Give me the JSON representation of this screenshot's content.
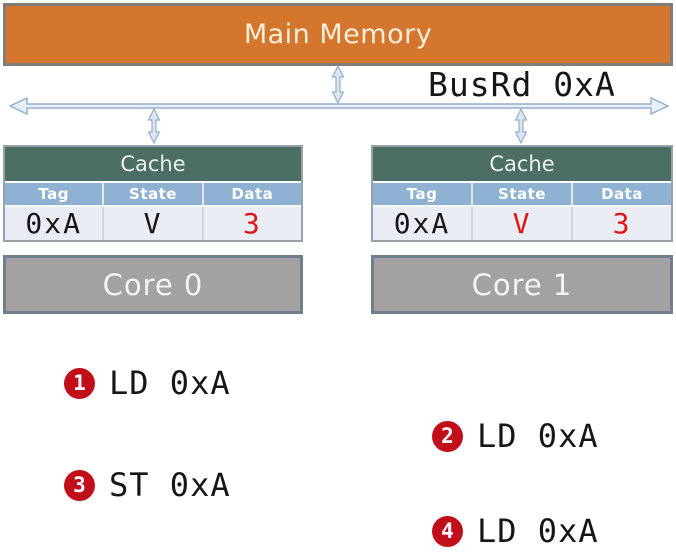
{
  "memory": {
    "label": "Main Memory"
  },
  "bus": {
    "label": "BusRd 0xA"
  },
  "caches": [
    {
      "title": "Cache",
      "headers": [
        "Tag",
        "State",
        "Data"
      ],
      "values": [
        {
          "text": "0xA",
          "color": "#161616"
        },
        {
          "text": "V",
          "color": "#161616"
        },
        {
          "text": "3",
          "color": "#e31313"
        }
      ]
    },
    {
      "title": "Cache",
      "headers": [
        "Tag",
        "State",
        "Data"
      ],
      "values": [
        {
          "text": "0xA",
          "color": "#161616"
        },
        {
          "text": "V",
          "color": "#e31313"
        },
        {
          "text": "3",
          "color": "#e31313"
        }
      ]
    }
  ],
  "cores": [
    {
      "label": "Core 0"
    },
    {
      "label": "Core 1"
    }
  ],
  "operations": [
    {
      "num": "1",
      "text": "LD 0xA"
    },
    {
      "num": "2",
      "text": "LD 0xA"
    },
    {
      "num": "3",
      "text": "ST 0xA"
    },
    {
      "num": "4",
      "text": "LD 0xA"
    }
  ],
  "colors": {
    "memory_fill": "#d5762f",
    "memory_border": "#7f7c7a",
    "memory_text": "#f5efda",
    "cache_title_bg": "#4d6e65",
    "table_header_bg": "#8fb2d3",
    "table_row_bg": "#e9edf3",
    "core_fill": "#a3a1a1",
    "core_border": "#6f808c",
    "arrow_stroke": "#93aecb",
    "arrow_fill": "#e9eff7",
    "badge_bg": "#c10e1b",
    "value_red": "#e31313",
    "text_dark": "#161616"
  }
}
